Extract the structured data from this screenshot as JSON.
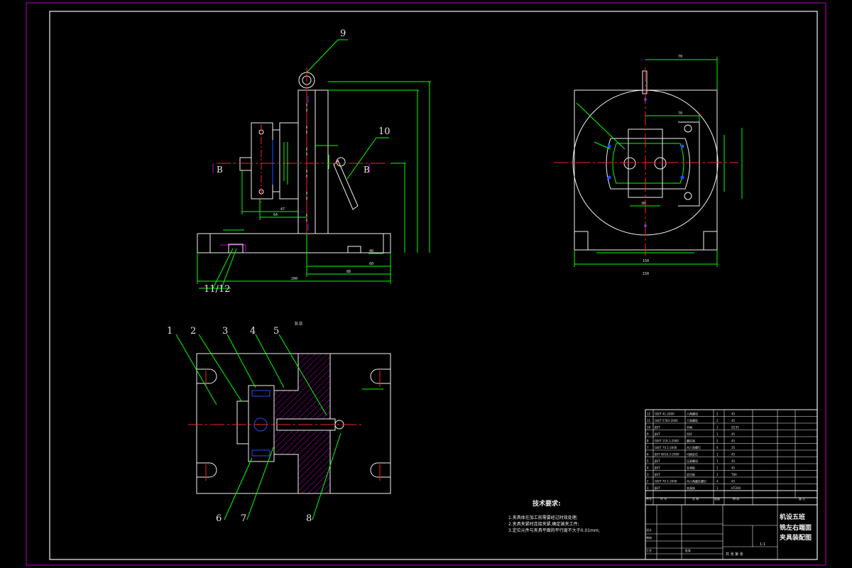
{
  "balloons": {
    "b1": "1",
    "b2": "2",
    "b3": "3",
    "b4": "4",
    "b5": "5",
    "b6": "6",
    "b7": "7",
    "b8": "8",
    "b9": "9",
    "b10": "10",
    "b1112": "11/12"
  },
  "section_marks": {
    "left": "B",
    "right": "B",
    "view_title": "B-B"
  },
  "dimensions": {
    "d70_top": "70",
    "d70_mid": "70",
    "d30": "30",
    "d150_a": "150",
    "d150_b": "150",
    "d40": "40",
    "d60": "60",
    "d88": "88",
    "d200": "200",
    "d47": "47",
    "d64": "64"
  },
  "tech_requirements": {
    "title": "技术要求:",
    "line1": "1.夹具体在加工前需要经过时效处理;",
    "line2": "2.夹具夹紧时连接夹紧,确定被夹工件;",
    "line3": "3.定位元件与夹具平面的平行度不大于0.01mm;"
  },
  "title_block": {
    "name_line1": "机设五班",
    "name_line2": "铣左右端面",
    "name_line3": "夹具装配图",
    "col_seq": "序号",
    "col_code": "代 号",
    "col_name": "名 称",
    "col_qty": "数量",
    "col_material": "材 料",
    "col_note": "备 注",
    "scale": "1:1",
    "sheet": "共 张  第 张",
    "design": "设计",
    "check": "审核",
    "process": "工艺",
    "approve": "批准"
  },
  "bom": [
    {
      "no": "12",
      "code": "GB/T 41-2000",
      "name": "六角螺母",
      "qty": "2",
      "mat": "45"
    },
    {
      "no": "11",
      "code": "GB/T 5783-2000",
      "name": "六角螺栓",
      "qty": "2",
      "mat": "45"
    },
    {
      "no": "10",
      "code": "JB/T",
      "name": "手柄",
      "qty": "1",
      "mat": "Q235"
    },
    {
      "no": "9",
      "code": "JB/T",
      "name": "吊环",
      "qty": "1",
      "mat": "45"
    },
    {
      "no": "8",
      "code": "GB/T 119.1-2000",
      "name": "圆柱销",
      "qty": "2",
      "mat": "45"
    },
    {
      "no": "7",
      "code": "GB/T 70.1-2000",
      "name": "内六角螺钉",
      "qty": "4",
      "mat": "35"
    },
    {
      "no": "6",
      "code": "JB/T 8016.2-2000",
      "name": "可换定位",
      "qty": "1",
      "mat": "45"
    },
    {
      "no": "5",
      "code": "JB/T",
      "name": "压紧螺母",
      "qty": "1",
      "mat": "45"
    },
    {
      "no": "4",
      "code": "JB/T",
      "name": "支承板",
      "qty": "1",
      "mat": "45"
    },
    {
      "no": "3",
      "code": "JB/T",
      "name": "定位板",
      "qty": "1",
      "mat": "T8A"
    },
    {
      "no": "2",
      "code": "GB/T 70.1-2000",
      "name": "内六角圆柱螺钉",
      "qty": "4",
      "mat": "45"
    },
    {
      "no": "1",
      "code": "JB/T",
      "name": "夹具体",
      "qty": "1",
      "mat": "HT200"
    }
  ],
  "colors": {
    "border": "#c000c0",
    "outline": "#f2f2f2",
    "dim": "#00ff00",
    "center": "#ff2020",
    "hidden": "#2050ff",
    "hatch": "#c000c0",
    "leader": "#00ff00"
  }
}
